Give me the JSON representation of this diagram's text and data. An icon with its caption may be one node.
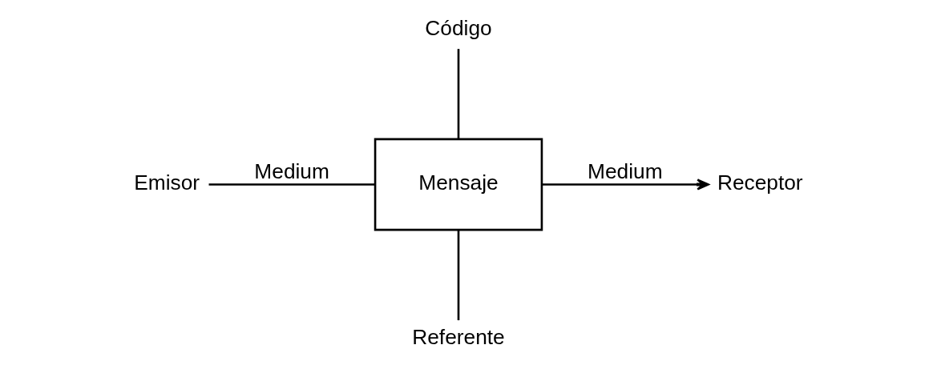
{
  "diagram": {
    "nodes": [
      {
        "text": [
          "Emisor"
        ]
      },
      {
        "text": [
          "Mensaje"
        ]
      },
      {
        "text": [
          "Receptor"
        ]
      },
      {
        "text": [
          "Código"
        ]
      },
      {
        "text": [
          "Referente"
        ]
      }
    ],
    "edges": [
      {
        "from": 0,
        "to": 1,
        "arrow": "none",
        "label": "Medium"
      },
      {
        "from": 1,
        "to": 2,
        "arrow": "to",
        "label": "Medium"
      },
      {
        "from": 3,
        "to": 1,
        "arrow": "none"
      },
      {
        "from": 1,
        "to": 4,
        "arrow": "none"
      }
    ]
  }
}
